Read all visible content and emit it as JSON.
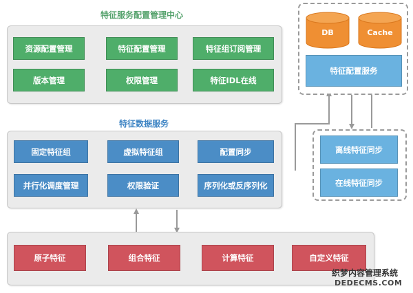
{
  "colors": {
    "green": "#4fae6a",
    "blue": "#4b8dc6",
    "light_blue": "#6ab2e0",
    "red": "#d0545d",
    "orange": "#ef8f33",
    "title_green": "#55a26c",
    "title_blue": "#3f85c4",
    "arrow": "#999999"
  },
  "config_center": {
    "title": "特征服务配置管理中心",
    "items": [
      "资源配置管理",
      "特征配置管理",
      "特征组订阅管理",
      "版本管理",
      "权限管理",
      "特征IDL在线"
    ]
  },
  "data_service": {
    "title": "特征数据服务",
    "items": [
      "固定特征组",
      "虚拟特征组",
      "配置同步",
      "并行化调度管理",
      "权限验证",
      "序列化或反序列化"
    ]
  },
  "features": {
    "items": [
      "原子特征",
      "组合特征",
      "计算特征",
      "自定义特征"
    ]
  },
  "storage": {
    "db_label": "DB",
    "cache_label": "Cache",
    "service_label": "特征配置服务"
  },
  "sync": {
    "items": [
      "离线特征同步",
      "在线特征同步"
    ]
  },
  "watermark": {
    "line1": "织梦内容管理系统",
    "line2": "DEDECMS.COM"
  }
}
